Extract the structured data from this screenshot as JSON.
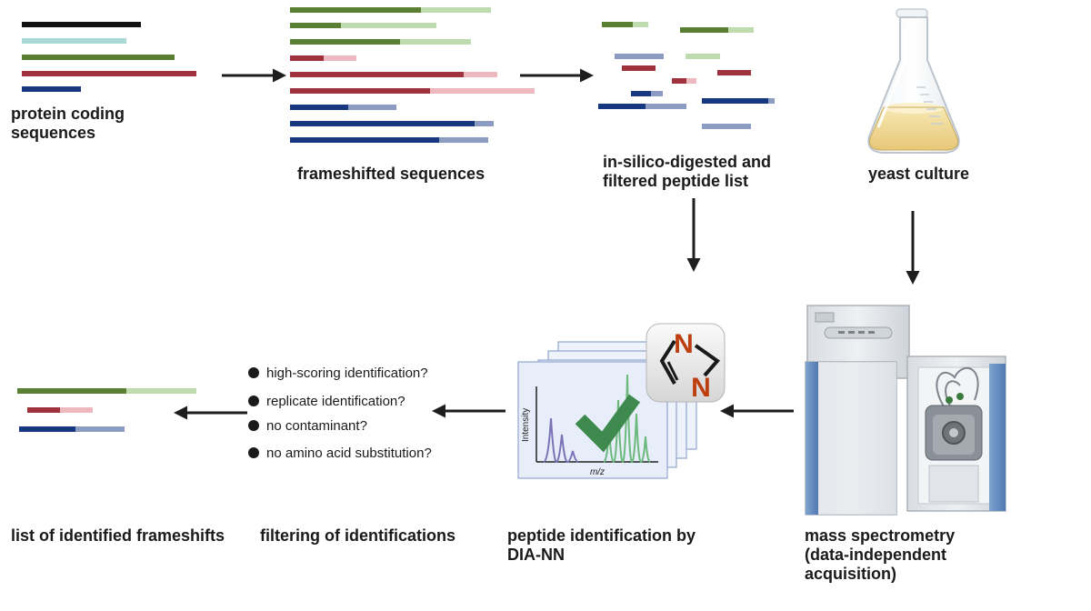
{
  "colors": {
    "green_dark": "#5a7f32",
    "green_light": "#bfdcae",
    "red_dark": "#a0323d",
    "red_light": "#eeb9be",
    "blue_dark": "#17387f",
    "blue_light": "#8b9bc2",
    "black": "#111111",
    "teal_light": "#a9d8d5",
    "check": "#3e8a4e",
    "nitrogen": "#bd3f10",
    "arrow": "#1e1e1e"
  },
  "stages": {
    "protein_coding": [
      "protein coding",
      "sequences"
    ],
    "frameshifted": [
      "frameshifted sequences"
    ],
    "digested": [
      "in-silico-digested and",
      "filtered peptide list"
    ],
    "yeast": [
      "yeast culture"
    ],
    "mass_spec": [
      "mass spectrometry",
      "(data-independent",
      "acquisition)"
    ],
    "peptide_id": [
      "peptide identification by",
      "DIA-NN"
    ],
    "filtering": [
      "filtering of identifications"
    ],
    "result": [
      "list of identified frameshifts"
    ]
  },
  "criteria": [
    "high-scoring identification?",
    "replicate identification?",
    "no contaminant?",
    "no amino acid substitution?"
  ],
  "spectrum": {
    "ylabel": "Intensity",
    "xlabel": "m/z"
  },
  "molecule_atoms": [
    "N",
    "N"
  ],
  "icons": [
    "erlenmeyer-flask-icon",
    "mass-spectrometer-icon",
    "checkmark-icon",
    "imidazole-ring-icon"
  ]
}
